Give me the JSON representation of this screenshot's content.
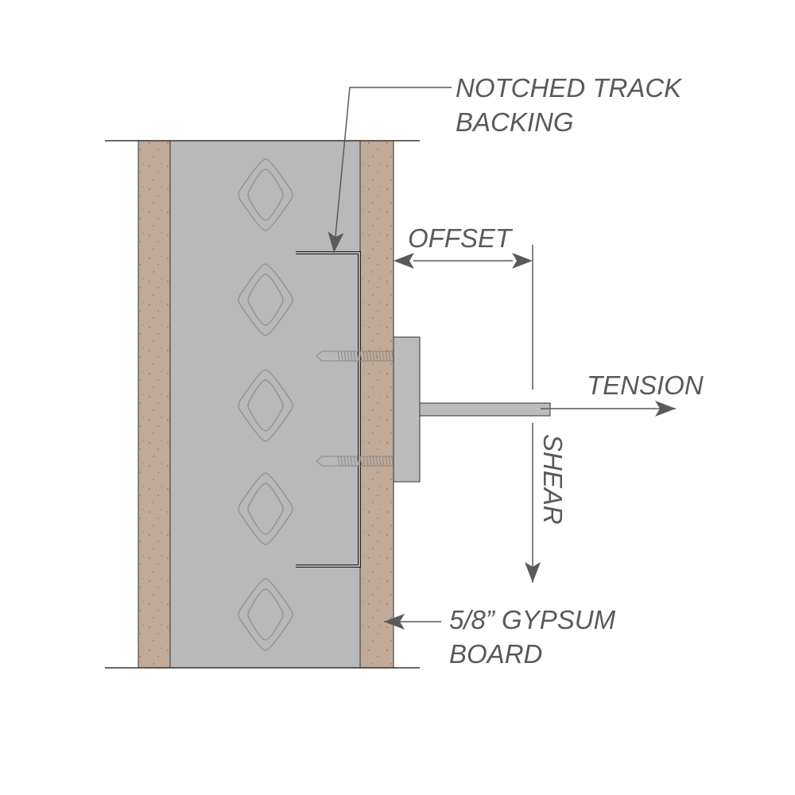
{
  "labels": {
    "notched_line1": "NOTCHED TRACK",
    "notched_line2": "BACKING",
    "offset": "OFFSET",
    "tension": "TENSION",
    "shear": "SHEAR",
    "gypsum_line1": "5/8” GYPSUM",
    "gypsum_line2": "BOARD"
  },
  "colors": {
    "gypsum": "#c1ab98",
    "insulation": "#b9b9b9",
    "steel": "#bcbcbc",
    "arrow": "#5a5a5a"
  }
}
